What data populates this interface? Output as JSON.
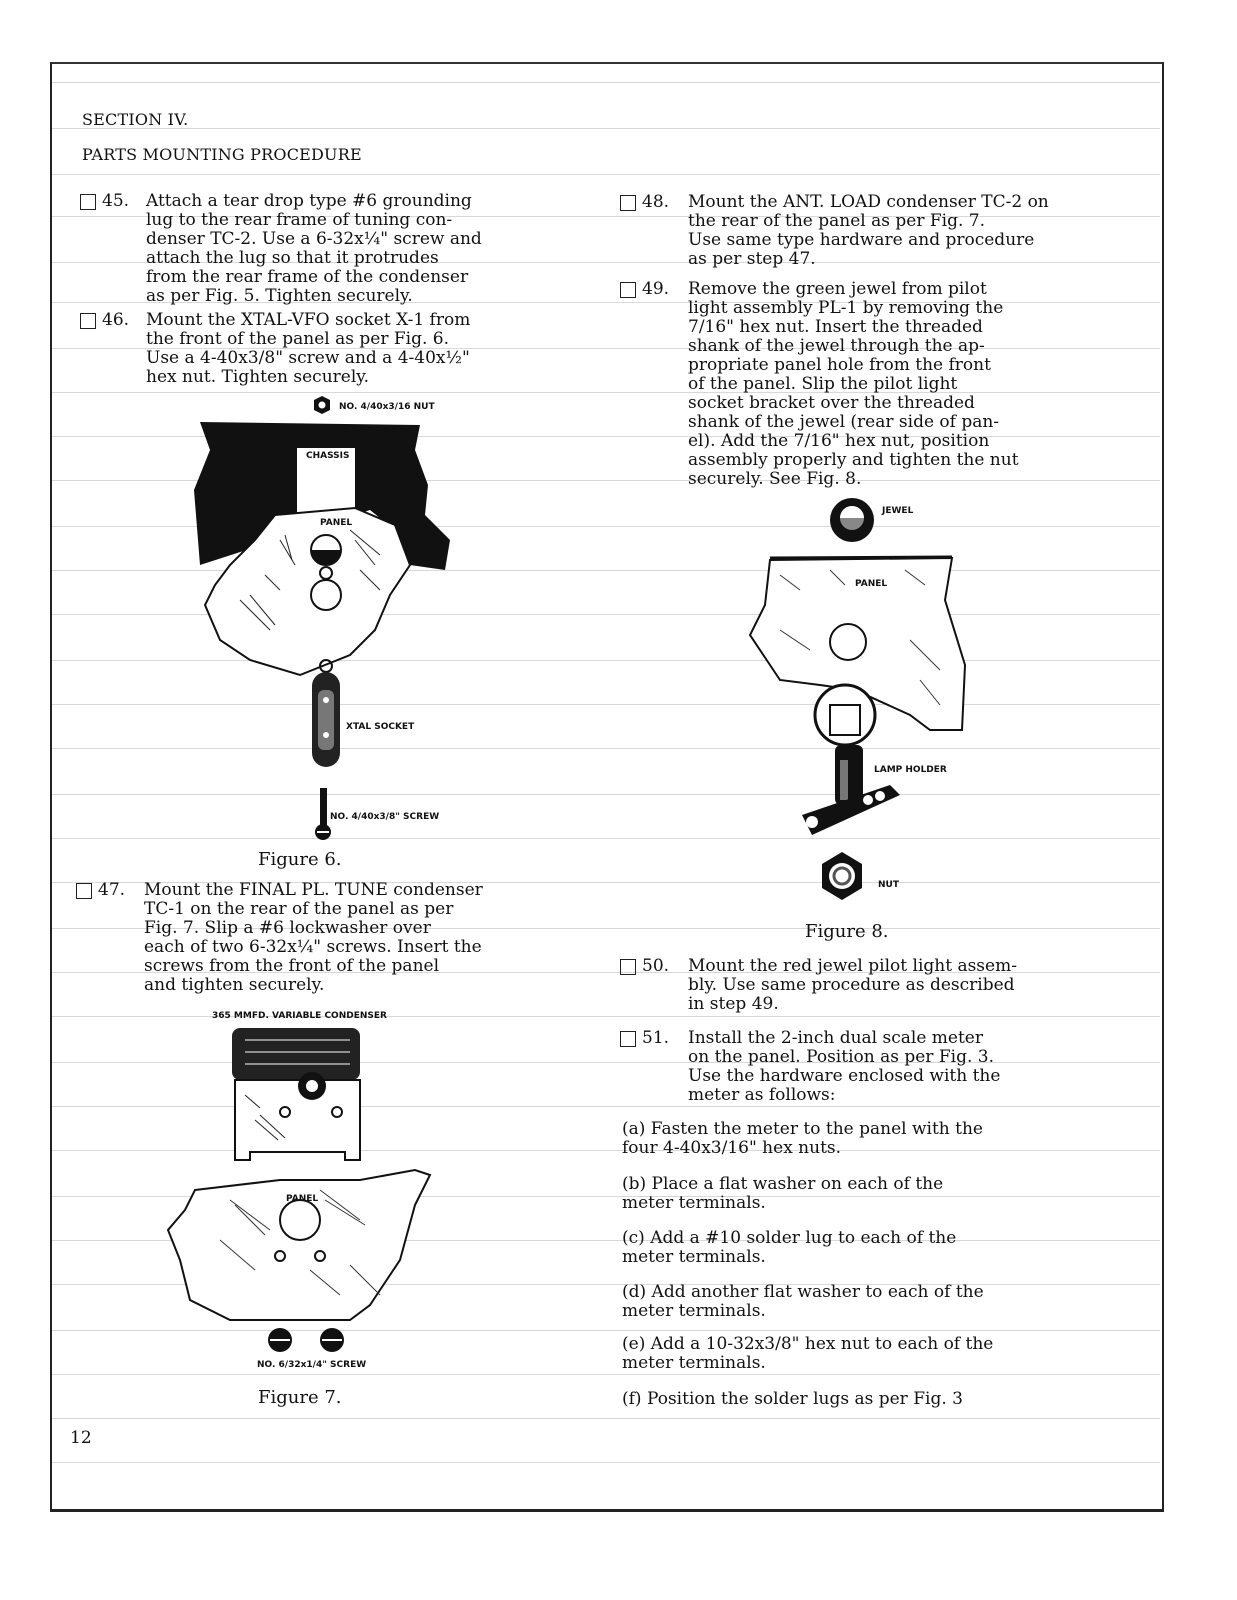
{
  "header": {
    "section": "SECTION IV.",
    "title": "PARTS MOUNTING PROCEDURE"
  },
  "steps": {
    "s45": {
      "num": "45.",
      "text": "Attach a tear drop type #6 grounding\nlug to the rear frame of tuning con-\ndenser TC-2. Use a 6-32x¼\" screw and\nattach the lug so that it protrudes\nfrom the rear frame of the condenser\nas per Fig. 5. Tighten securely."
    },
    "s46": {
      "num": "46.",
      "text": "Mount the XTAL-VFO socket X-1 from\nthe front of the panel as per Fig. 6.\nUse a 4-40x3/8\" screw and a 4-40x½\"\nhex nut. Tighten securely."
    },
    "s47": {
      "num": "47.",
      "text": "Mount the FINAL PL. TUNE condenser\nTC-1 on the rear of the panel as per\nFig. 7. Slip a #6 lockwasher over\neach of two 6-32x¼\" screws. Insert the\nscrews from the front of the panel\nand tighten securely."
    },
    "s48": {
      "num": "48.",
      "text": "Mount the ANT. LOAD condenser TC-2 on\nthe rear of the panel as per Fig. 7.\nUse same type hardware and procedure\nas per step 47."
    },
    "s49": {
      "num": "49.",
      "text": "Remove the green jewel from pilot\nlight assembly PL-1 by removing the\n7/16\" hex nut. Insert the threaded\nshank of the jewel through the ap-\npropriate panel hole from the front\nof the panel. Slip the pilot light\nsocket bracket over the threaded\nshank of the jewel (rear side of pan-\nel). Add the 7/16\" hex nut, position\nassembly properly and tighten the nut\nsecurely. See Fig. 8."
    },
    "s50": {
      "num": "50.",
      "text": "Mount the red jewel pilot light assem-\nbly. Use same procedure as described\nin step 49."
    },
    "s51": {
      "num": "51.",
      "text": "Install the 2-inch dual scale meter\non the panel. Position as per Fig. 3.\nUse the hardware enclosed with the\nmeter as follows:"
    }
  },
  "substeps": {
    "a": "(a) Fasten the meter to the panel with the\nfour 4-40x3/16\" hex nuts.",
    "b": "(b) Place a flat washer on each of the\nmeter terminals.",
    "c": "(c) Add a #10 solder lug to each of the\nmeter terminals.",
    "d": "(d) Add another flat washer to each of the\nmeter terminals.",
    "e": "(e) Add a 10-32x3/8\" hex nut to each of the\nmeter terminals.",
    "f": "(f) Position the solder lugs as per Fig. 3"
  },
  "figure6": {
    "caption": "Figure 6.",
    "nut_label": "NO. 4/40x3/16 NUT",
    "chassis_label": "CHASSIS",
    "panel_label": "PANEL",
    "socket_label": "XTAL SOCKET",
    "screw_label": "NO. 4/40x3/8\" SCREW"
  },
  "figure7": {
    "caption": "Figure 7.",
    "condenser_label": "365 MMFD. VARIABLE CONDENSER",
    "panel_label": "PANEL",
    "screw_label": "NO. 6/32x1/4\" SCREW"
  },
  "figure8": {
    "caption": "Figure 8.",
    "jewel_label": "JEWEL",
    "panel_label": "PANEL",
    "lamp_label": "LAMP HOLDER",
    "nut_label": "NUT"
  },
  "page_number": "12"
}
